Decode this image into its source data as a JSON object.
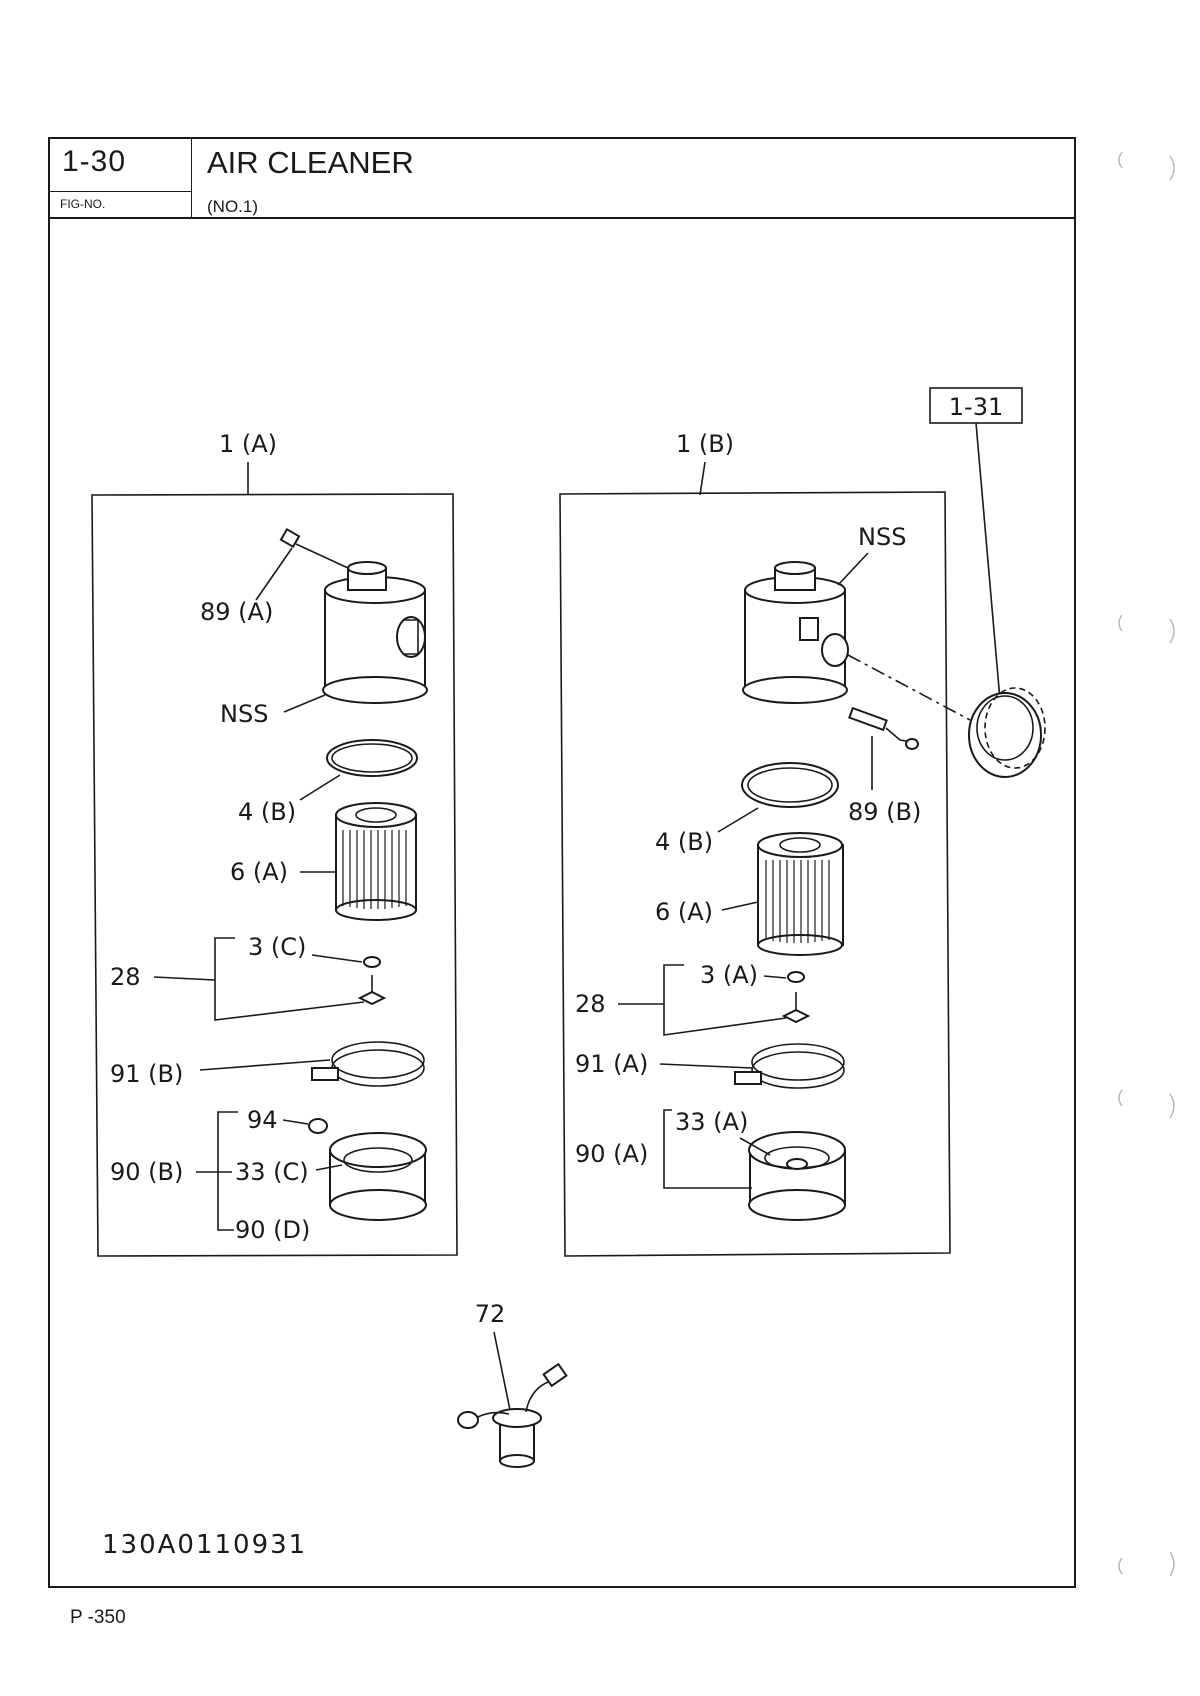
{
  "header": {
    "fig_no": "1-30",
    "fig_label": "FIG-NO.",
    "title": "AIR CLEANER",
    "subtitle": "(NO.1)"
  },
  "callouts": {
    "ref_1_31": "1-31",
    "assy_a": "1 (A)",
    "assy_b": "1 (B)",
    "a_89": "89 (A)",
    "a_nss": "NSS",
    "a_4": "4 (B)",
    "a_6": "6 (A)",
    "a_3": "3 (C)",
    "a_28": "28",
    "a_91": "91 (B)",
    "a_94": "94",
    "a_90": "90 (B)",
    "a_33": "33 (C)",
    "a_90d": "90 (D)",
    "b_nss": "NSS",
    "b_89": "89 (B)",
    "b_4": "4 (B)",
    "b_6": "6 (A)",
    "b_3": "3 (A)",
    "b_28": "28",
    "b_91": "91 (A)",
    "b_33": "33 (A)",
    "b_90": "90 (A)",
    "sensor_72": "72"
  },
  "drawing_no": "130A0110931",
  "page_number": "P -350"
}
